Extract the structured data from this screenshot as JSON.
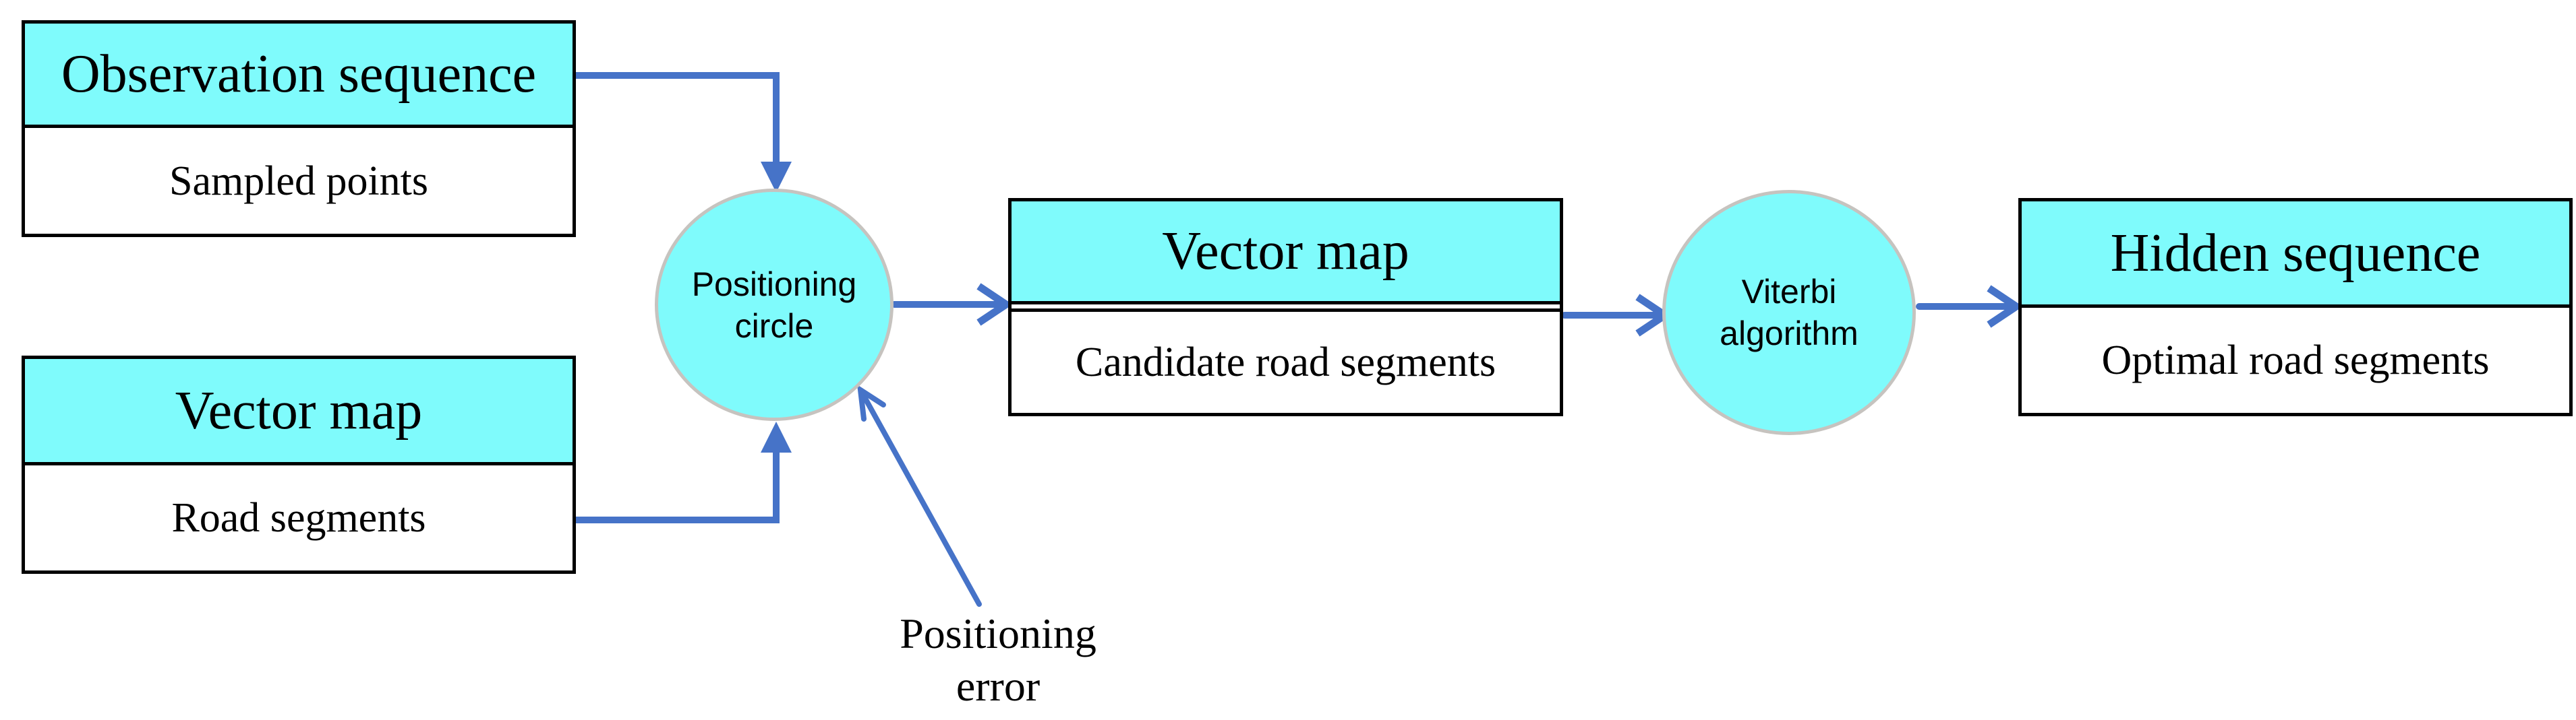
{
  "diagram": {
    "title_hint": "map-matching flow diagram",
    "colors": {
      "node_fill": "#7ffbfc",
      "arrow": "#4673c8",
      "circle_border": "#c6c3bf",
      "box_border": "#000000",
      "text": "#000000",
      "bg": "#ffffff"
    },
    "nodes": {
      "observation": {
        "title": "Observation sequence",
        "subtitle": "Sampled points"
      },
      "vector_map_input": {
        "title": "Vector map",
        "subtitle": "Road segments"
      },
      "positioning_circle": {
        "line1": "Positioning",
        "line2": "circle"
      },
      "vector_map_candidates": {
        "title": "Vector map",
        "subtitle": "Candidate road segments"
      },
      "viterbi": {
        "line1": "Viterbi",
        "line2": "algorithm"
      },
      "hidden_sequence": {
        "title": "Hidden sequence",
        "subtitle": "Optimal road segments"
      }
    },
    "annotations": {
      "positioning_error": {
        "line1": "Positioning",
        "line2": "error"
      }
    }
  }
}
